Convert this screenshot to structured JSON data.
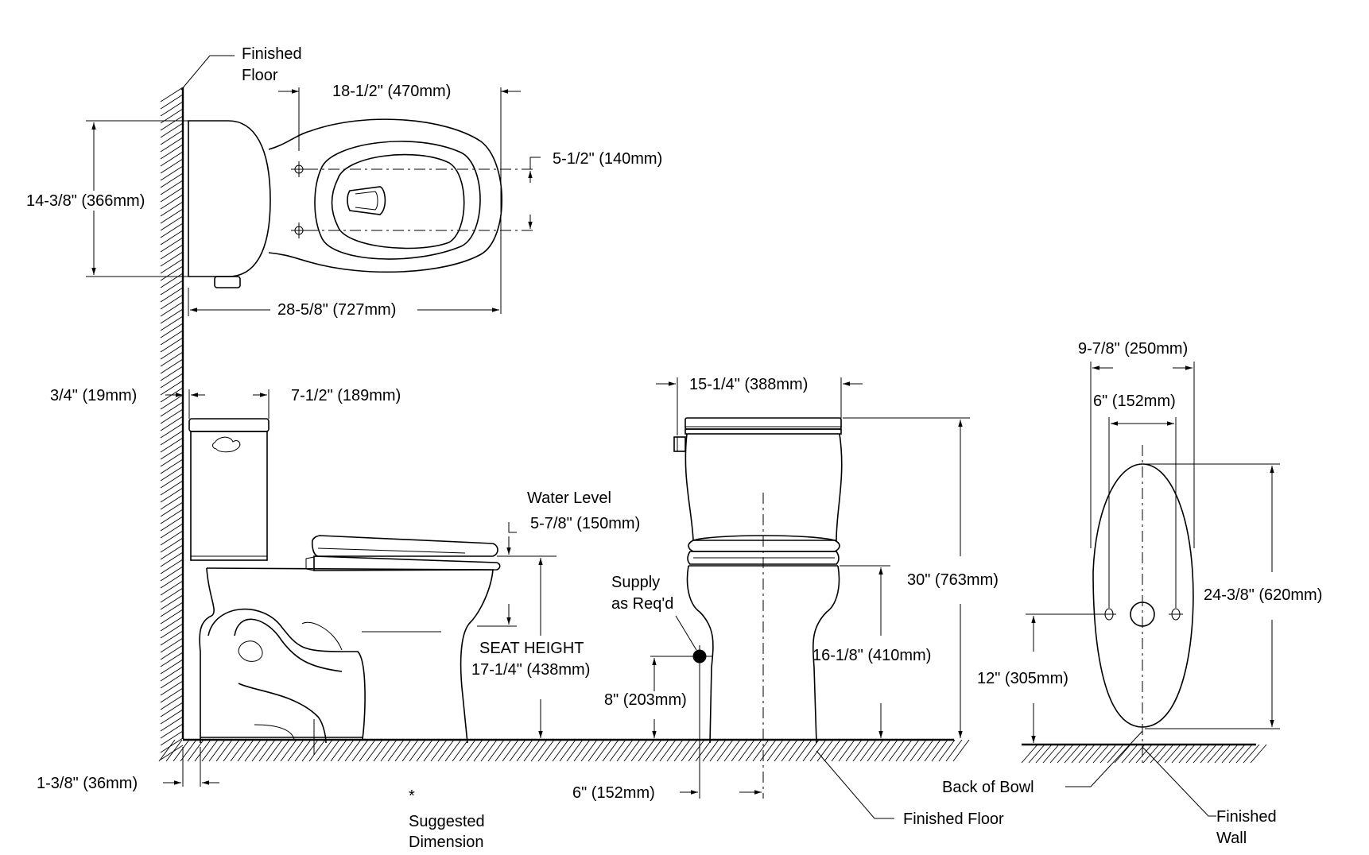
{
  "top_view": {
    "finished_floor_line1": "Finished",
    "finished_floor_line2": "Floor",
    "length_bowl": "18-1/2\" (470mm)",
    "bolt_spacing": "5-1/2\" (140mm)",
    "tank_width": "14-3/8\" (366mm)",
    "overall_length": "28-5/8\" (727mm)"
  },
  "side_view": {
    "wall_gap": "3/4\" (19mm)",
    "tank_depth": "7-1/2\" (189mm)",
    "water_level_title": "Water Level",
    "water_level_value": "5-7/8\" (150mm)",
    "seat_height_title": "SEAT HEIGHT",
    "seat_height_value": "17-1/4\" (438mm)",
    "base_offset": "1-3/8\" (36mm)",
    "suggested_mark": "*",
    "suggested_line1": "Suggested",
    "suggested_line2": "Dimension"
  },
  "front_view": {
    "tank_width": "15-1/4\" (388mm)",
    "supply_line1": "Supply",
    "supply_line2": "as Req'd",
    "supply_height": "8\" (203mm)",
    "supply_offset": "6\" (152mm)",
    "rim_height": "16-1/8\" (410mm)",
    "overall_height": "30\" (763mm)",
    "finished_floor": "Finished Floor"
  },
  "rough_in_view": {
    "base_width": "9-7/8\" (250mm)",
    "bolt_width": "6\" (152mm)",
    "base_length": "24-3/8\" (620mm)",
    "rough_in": "12\" (305mm)",
    "back_of_bowl": "Back of Bowl",
    "finished_wall_line1": "Finished",
    "finished_wall_line2": "Wall"
  }
}
